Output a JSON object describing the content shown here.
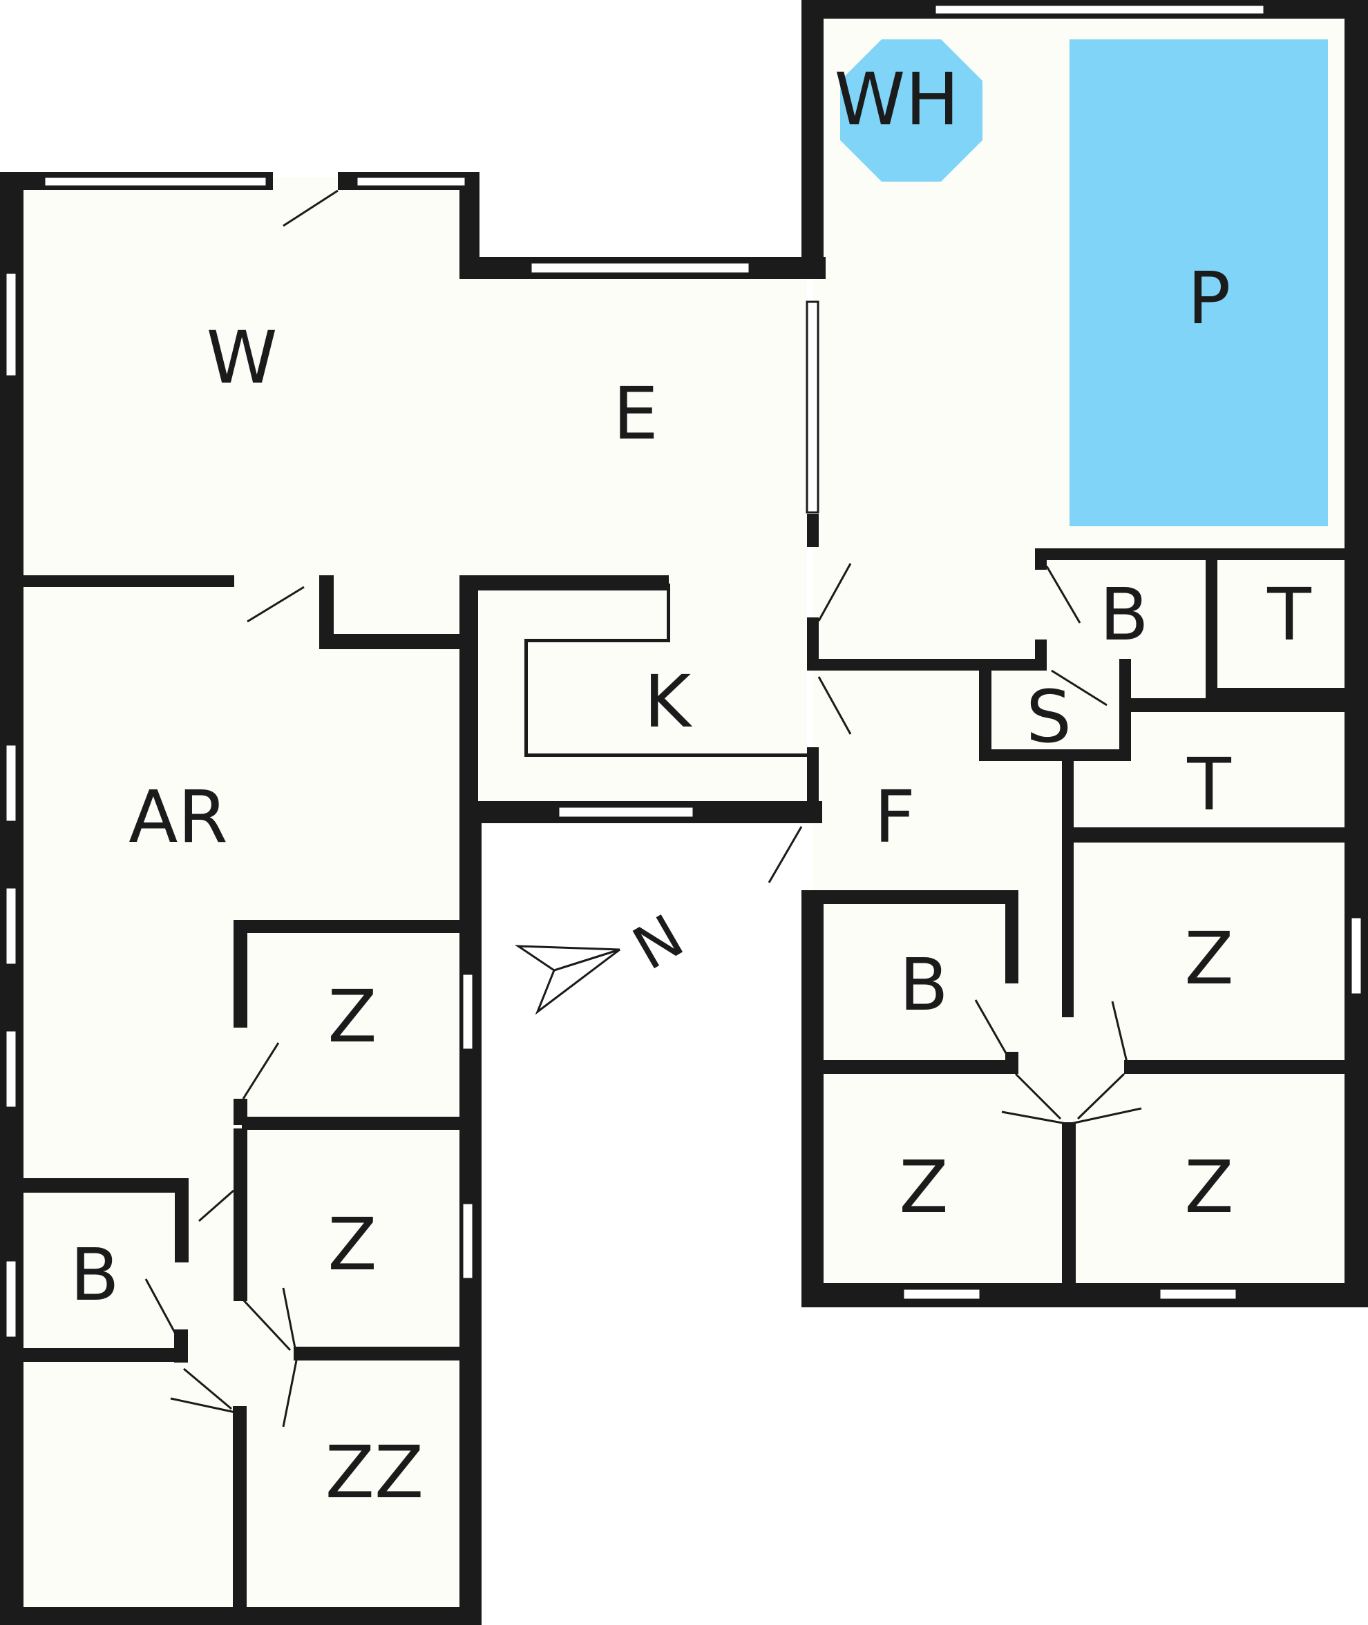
{
  "colors": {
    "wall": "#1b1b1b",
    "floor": "#fcfdf6",
    "water": "#80d4f7",
    "window": "#ffffff",
    "background": "#ffffff"
  },
  "rooms": {
    "w": "W",
    "e": "E",
    "wh": "WH",
    "p": "P",
    "k": "K",
    "ar": "AR",
    "f": "F",
    "b_pool": "B",
    "t_top": "T",
    "s": "S",
    "t_mid": "T",
    "z_right_upper": "Z",
    "b_right": "B",
    "z_right_lower_left": "Z",
    "z_right_lower_right": "Z",
    "z_left_upper": "Z",
    "z_left_lower": "Z",
    "b_left": "B",
    "zz": "ZZ"
  },
  "compass": {
    "label": "N",
    "icon": "north-arrow-icon"
  }
}
